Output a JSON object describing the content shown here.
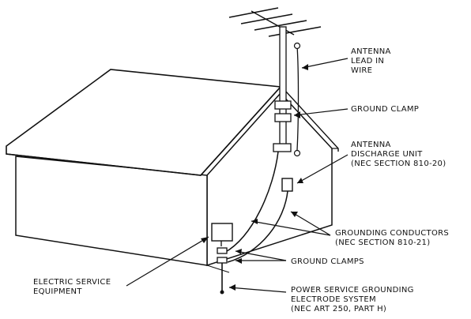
{
  "labels": {
    "antenna_lead_in": [
      "ANTENNA",
      "LEAD IN",
      "WIRE"
    ],
    "ground_clamp": [
      "GROUND CLAMP"
    ],
    "discharge_unit": [
      "ANTENNA",
      "DISCHARGE UNIT",
      "(NEC SECTION 810-20)"
    ],
    "grounding_conductors": [
      "GROUNDING CONDUCTORS",
      "(NEC SECTION 810-21)"
    ],
    "ground_clamps": [
      "GROUND CLAMPS"
    ],
    "electric_service": [
      "ELECTRIC SERVICE",
      "EQUIPMENT"
    ],
    "power_service": [
      "POWER SERVICE GROUNDING",
      "ELECTRODE SYSTEM",
      "(NEC ART 250, PART H)"
    ]
  },
  "colors": {
    "ink": "#111111",
    "paper": "#ffffff"
  }
}
